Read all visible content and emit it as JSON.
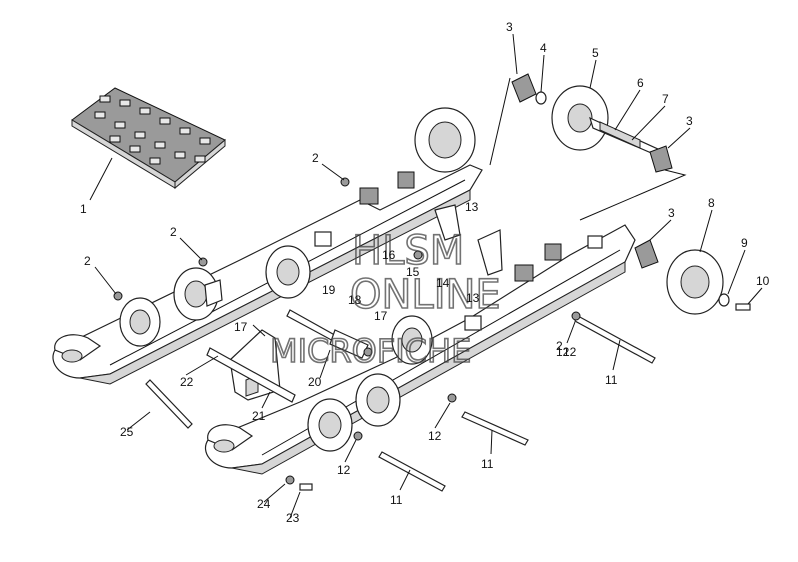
{
  "callouts": [
    "1",
    "2",
    "2",
    "2",
    "2",
    "3",
    "3",
    "3",
    "4",
    "5",
    "6",
    "7",
    "8",
    "9",
    "10",
    "11",
    "11",
    "11",
    "12",
    "12",
    "12",
    "12",
    "13",
    "13",
    "14",
    "15",
    "16",
    "17",
    "17",
    "18",
    "19",
    "20",
    "21",
    "22",
    "23",
    "24",
    "25"
  ],
  "watermark": {
    "line1": "HLSM",
    "line2": "ONLINE",
    "line3": "MICROFICHE"
  }
}
